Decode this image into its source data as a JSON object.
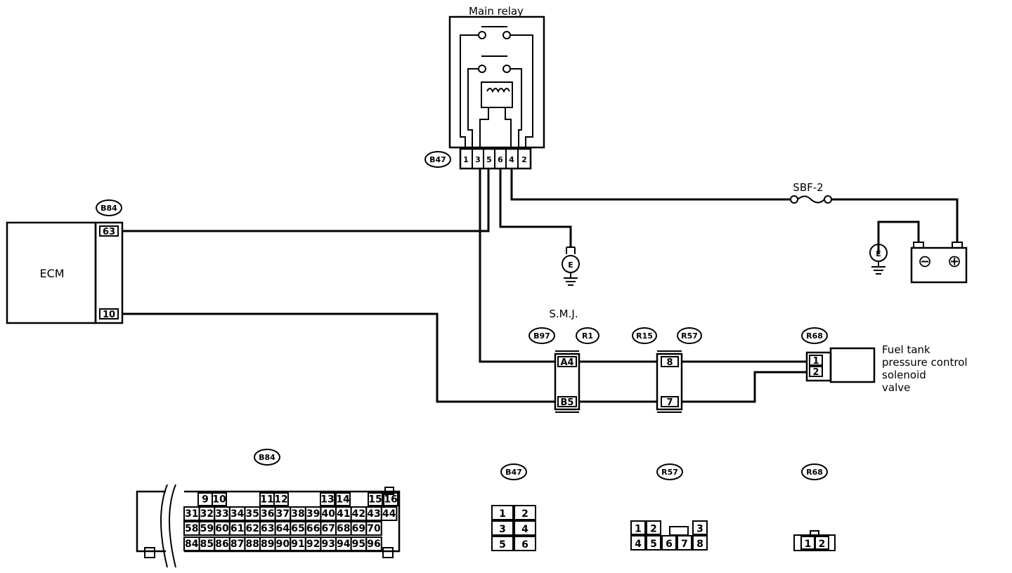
{
  "labels": {
    "main_relay": "Main relay",
    "ecm": "ECM",
    "smj": "S.M.J.",
    "fuse": "SBF-2",
    "valve_line1": "Fuel tank",
    "valve_line2": "pressure control",
    "valve_line3": "solenoid",
    "valve_line4": "valve",
    "earth": "E",
    "batt_minus": "⊖",
    "batt_plus": "⊕"
  },
  "connectors": {
    "b47": "B47",
    "b84": "B84",
    "b97": "B97",
    "r1": "R1",
    "r15": "R15",
    "r57": "R57",
    "r68": "R68"
  },
  "pins": {
    "ecm_top": "63",
    "ecm_bottom": "10",
    "smj_top": "A4",
    "smj_bottom": "B5",
    "r57_top": "8",
    "r57_bottom": "7",
    "r68_top": "1",
    "r68_bottom": "2",
    "relay": [
      "1",
      "3",
      "5",
      "6",
      "4",
      "2"
    ]
  },
  "legend": {
    "b84": {
      "title": "B84",
      "row1": [
        "9",
        "10",
        "11",
        "12",
        "13",
        "14",
        "15",
        "16"
      ],
      "row2": [
        "31",
        "32",
        "33",
        "34",
        "35",
        "36",
        "37",
        "38",
        "39",
        "40",
        "41",
        "42",
        "43",
        "44"
      ],
      "row3": [
        "58",
        "59",
        "60",
        "61",
        "62",
        "63",
        "64",
        "65",
        "66",
        "67",
        "68",
        "69",
        "70"
      ],
      "row4": [
        "84",
        "85",
        "86",
        "87",
        "88",
        "89",
        "90",
        "91",
        "92",
        "93",
        "94",
        "95",
        "96"
      ]
    },
    "b47": {
      "title": "B47",
      "rows": [
        [
          "1",
          "2"
        ],
        [
          "3",
          "4"
        ],
        [
          "5",
          "6"
        ]
      ]
    },
    "r57": {
      "title": "R57",
      "top": [
        "1",
        "2",
        "3"
      ],
      "bottom": [
        "4",
        "5",
        "6",
        "7",
        "8"
      ]
    },
    "r68": {
      "title": "R68",
      "pins": [
        "1",
        "2"
      ]
    }
  }
}
